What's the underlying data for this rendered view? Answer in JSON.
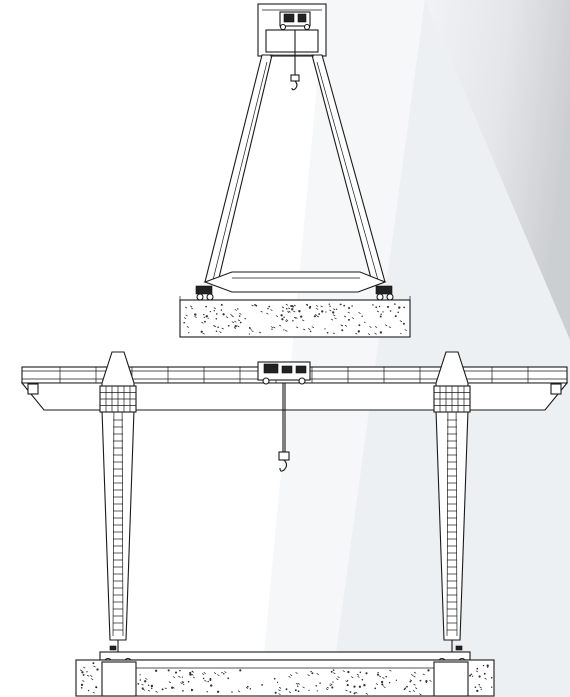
{
  "figure": {
    "subject": "gantry-crane-drawing",
    "views": [
      "end-view",
      "front-view"
    ],
    "colors": {
      "line": "#1a1a1a",
      "background": "#ffffff",
      "shade_light": "#e8eaee",
      "shade_dark": "#9a9da3"
    },
    "icons": [
      "trolley-icon",
      "hook-icon",
      "wheel-icon"
    ]
  }
}
